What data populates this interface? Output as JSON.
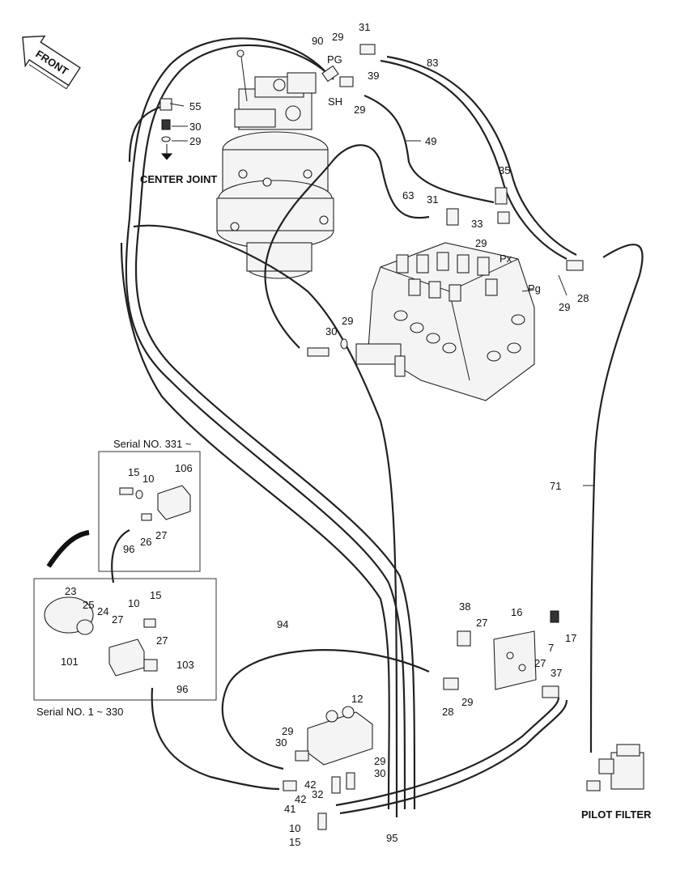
{
  "front_label": "FRONT",
  "center_joint": "CENTER JOINT",
  "pilot_filter": "PILOT FILTER",
  "serial_new": "Serial NO. 331 ~",
  "serial_old": "Serial NO. 1 ~ 330",
  "ports": {
    "pg_top": "PG",
    "sh": "SH",
    "px": "Px",
    "pg_valve": "Pg"
  },
  "callouts": {
    "c31a": "31",
    "c90": "90",
    "c29a": "29",
    "c39": "39",
    "c29b": "29",
    "c83": "83",
    "c55": "55",
    "c30a": "30",
    "c29c": "29",
    "c49": "49",
    "c35": "35",
    "c63": "63",
    "c31b": "31",
    "c33": "33",
    "c29d": "29",
    "c28a": "28",
    "c29e": "29",
    "c30b": "30",
    "c29f": "29",
    "c71": "71",
    "c15a": "15",
    "c10a": "10",
    "c106": "106",
    "c96a": "96",
    "c26": "26",
    "c27a": "27",
    "c23": "23",
    "c25": "25",
    "c24": "24",
    "c27b": "27",
    "c10b": "10",
    "c15b": "15",
    "c27c": "27",
    "c101": "101",
    "c103": "103",
    "c96b": "96",
    "c94": "94",
    "c38": "38",
    "c27d": "27",
    "c16": "16",
    "c7": "7",
    "c17": "17",
    "c27e": "27",
    "c37": "37",
    "c29g": "29",
    "c28b": "28",
    "c12": "12",
    "c29h": "29",
    "c30c": "30",
    "c29i": "29",
    "c30d": "30",
    "c42a": "42",
    "c32": "32",
    "c42b": "42",
    "c41": "41",
    "c10c": "10",
    "c15c": "15",
    "c95": "95"
  }
}
